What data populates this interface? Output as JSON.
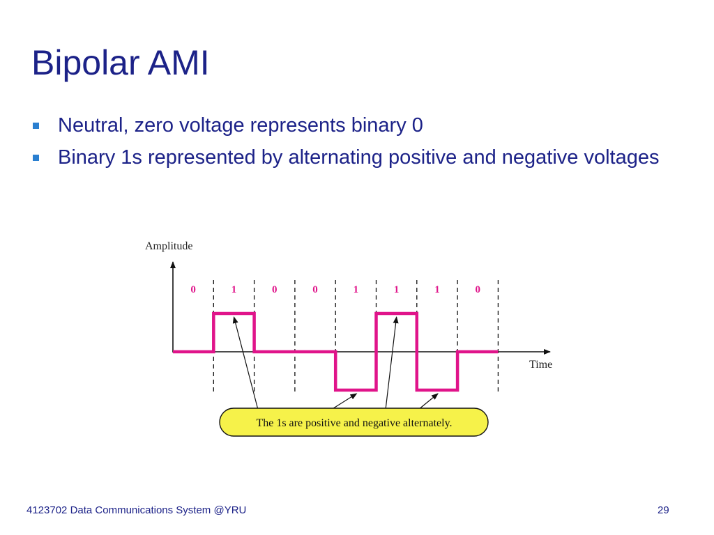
{
  "slide": {
    "title": "Bipolar AMI",
    "bullets": [
      "Neutral, zero voltage represents binary 0",
      "Binary 1s represented by alternating positive and negative voltages"
    ]
  },
  "diagram": {
    "y_axis_label": "Amplitude",
    "x_axis_label": "Time",
    "bits": [
      "0",
      "1",
      "0",
      "0",
      "1",
      "1",
      "1",
      "0"
    ],
    "levels": [
      0,
      1,
      0,
      0,
      -1,
      1,
      -1,
      0
    ],
    "callout_text": "The 1s are positive and negative alternately.",
    "colors": {
      "signal": "#e0148a",
      "bit_label": "#e0148a",
      "callout_fill": "#f6f24a",
      "axis": "#111111"
    }
  },
  "footer": {
    "course": "4123702 Data Communications System @YRU",
    "page_number": "29"
  }
}
